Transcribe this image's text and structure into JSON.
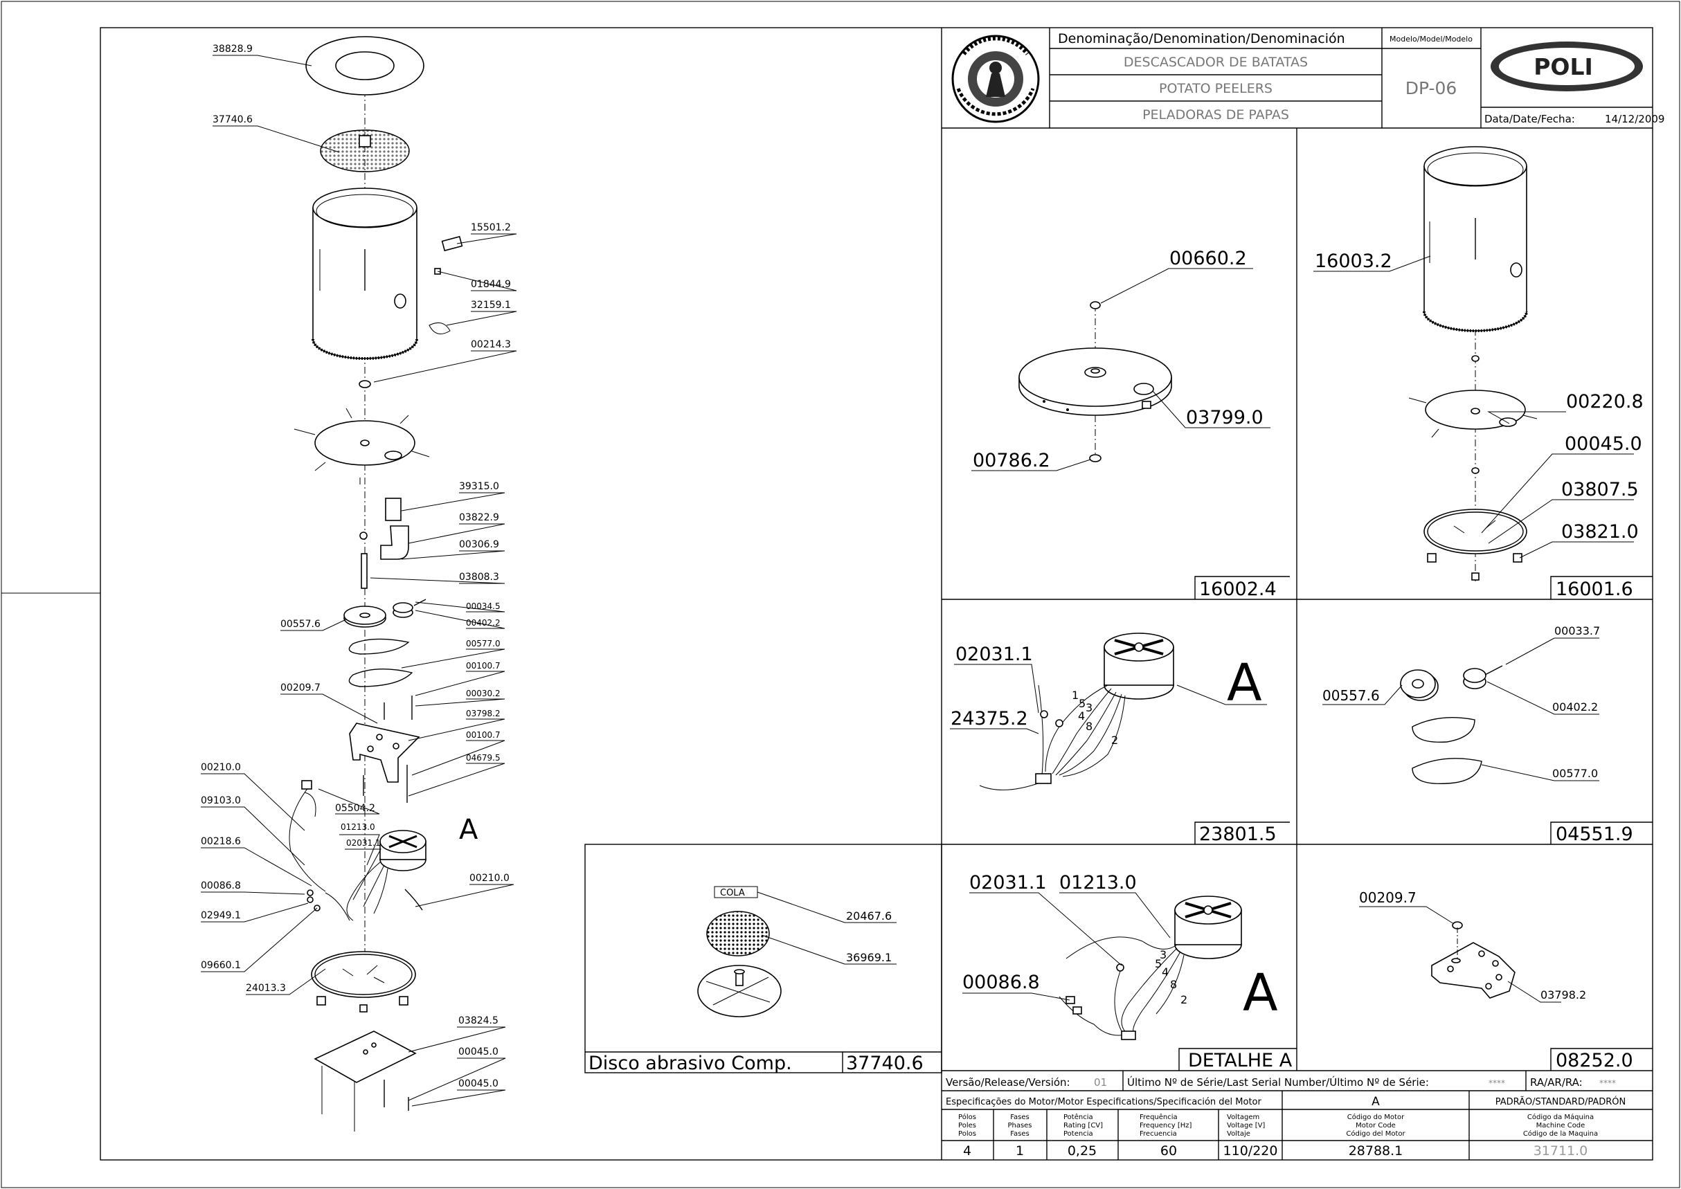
{
  "title_block": {
    "denomination_header": "Denominação/Denomination/Denominación",
    "name_pt": "DESCASCADOR DE BATATAS",
    "name_en": "POTATO PEELERS",
    "name_es": "PELADORAS DE PAPAS",
    "model_header": "Modelo/Model/Modelo",
    "model": "DP-06",
    "brand": "POLI",
    "date_label": "Data/Date/Fecha:",
    "date": "14/12/2009"
  },
  "main_view": {
    "labels": [
      "38828.9",
      "37740.6",
      "15501.2",
      "01844.9",
      "32159.1",
      "00214.3",
      "39315.0",
      "03822.9",
      "00306.9",
      "03808.3",
      "00557.6",
      "00034.5",
      "00402.2",
      "00577.0",
      "00100.7",
      "00209.7",
      "00030.2",
      "03798.2",
      "00100.7",
      "04679.5",
      "00210.0",
      "09103.0",
      "05504.2",
      "01213.0",
      "00218.6",
      "02031.1",
      "00086.8",
      "02949.1",
      "00210.0",
      "09660.1",
      "24013.3",
      "03824.5",
      "00045.0",
      "00045.0"
    ],
    "detail_marker": "A"
  },
  "disc_panel": {
    "cola_label": "COLA",
    "labels": [
      "20467.6",
      "36969.1"
    ],
    "caption": "Disco abrasivo Comp.",
    "code": "37740.6"
  },
  "panels": {
    "p16002": {
      "labels": [
        "00660.2",
        "03799.0",
        "00786.2"
      ],
      "code": "16002.4"
    },
    "p16001": {
      "labels": [
        "16003.2",
        "00220.8",
        "00045.0",
        "03807.5",
        "03821.0"
      ],
      "code": "16001.6"
    },
    "p23801": {
      "labels": [
        "02031.1",
        "24375.2"
      ],
      "marker": "A",
      "wire_numbers": [
        "1",
        "5",
        "3",
        "4",
        "8",
        "2"
      ],
      "code": "23801.5"
    },
    "p04551": {
      "labels": [
        "00033.7",
        "00557.6",
        "00402.2",
        "00577.0"
      ],
      "code": "04551.9"
    },
    "pdetail": {
      "labels": [
        "02031.1",
        "01213.0",
        "00086.8"
      ],
      "marker": "A",
      "wire_numbers": [
        "3",
        "5",
        "4",
        "8",
        "2"
      ],
      "caption": "DETALHE A"
    },
    "p08252": {
      "labels": [
        "00209.7",
        "03798.2"
      ],
      "code": "08252.0"
    }
  },
  "release_row": {
    "version_label": "Versão/Release/Versión:",
    "version": "01",
    "serial_label": "Último Nº de Série/Last Serial Number/Último Nº de Série:",
    "serial": "****",
    "ra_label": "RA/AR/RA:",
    "ra": "****"
  },
  "motor_spec": {
    "header": "Especificações do Motor/Motor Especifications/Specificación del Motor",
    "code_letter": "A",
    "standard": "PADRÃO/STANDARD/PADRÓN",
    "col_poles": [
      "Pólos",
      "Poles",
      "Polos"
    ],
    "col_phases": [
      "Fases",
      "Phases",
      "Fases"
    ],
    "col_power": [
      "Potência",
      "Rating [CV]",
      "Potencia"
    ],
    "col_freq": [
      "Frequência",
      "Frequency [Hz]",
      "Frecuencia"
    ],
    "col_volt": [
      "Voltagem",
      "Voltage [V]",
      "Voltaje"
    ],
    "col_motor_code": [
      "Código do Motor",
      "Motor Code",
      "Código del Motor"
    ],
    "col_machine_code": [
      "Código da Máquina",
      "Machine Code",
      "Código de la Maquina"
    ],
    "poles": "4",
    "phases": "1",
    "power": "0,25",
    "frequency": "60",
    "voltage": "110/220",
    "motor_code": "28788.1",
    "machine_code": "31711.0"
  }
}
